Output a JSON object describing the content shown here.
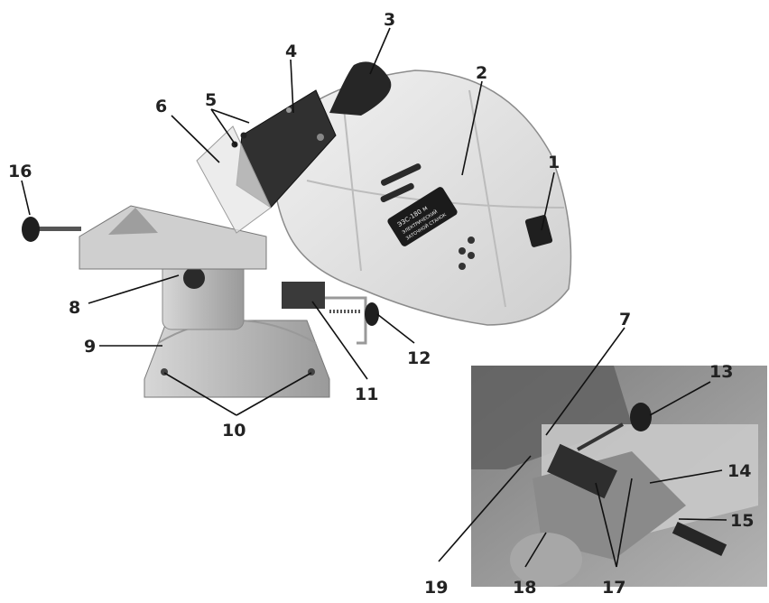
{
  "device_label": {
    "line1": "ЭЗС-180 м",
    "line2": "ЭЛЕКТРИЧЕСКИЙ",
    "line3": "ЗАТОЧНОЙ СТАНОК"
  },
  "callouts": [
    "1",
    "2",
    "3",
    "4",
    "5",
    "6",
    "7",
    "8",
    "9",
    "10",
    "11",
    "12",
    "13",
    "14",
    "15",
    "16",
    "17",
    "18",
    "19"
  ],
  "colors": {
    "body": "#e2e2e2",
    "dark": "#2a2a2a",
    "metal": "#bdbdbd",
    "line": "#111111"
  }
}
